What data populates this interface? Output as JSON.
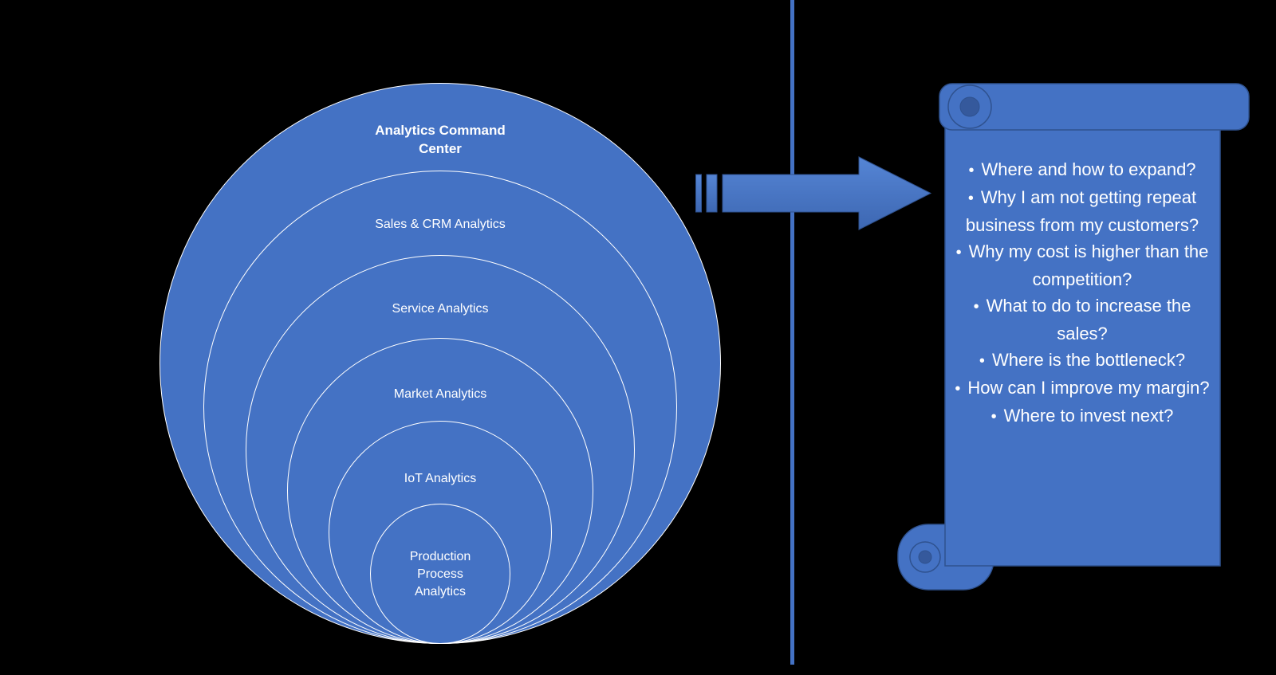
{
  "nested_circles": {
    "circles": [
      {
        "label": "Analytics Command Center"
      },
      {
        "label": "Sales & CRM Analytics"
      },
      {
        "label": "Service Analytics"
      },
      {
        "label": "Market Analytics"
      },
      {
        "label": "IoT Analytics"
      },
      {
        "label": "Production Process Analytics"
      }
    ]
  },
  "scroll": {
    "bullets": [
      "Where and how to expand?",
      "Why I am not getting repeat business from my customers?",
      "Why my cost is higher than the competition?",
      "What to do to increase the sales?",
      "Where is the bottleneck?",
      "How can I improve my margin?",
      "Where to invest next?"
    ],
    "bullet_glyph": "•"
  },
  "colors": {
    "background": "#000000",
    "shape_fill": "#4472C4",
    "shape_stroke": "#2F528F",
    "circle_stroke": "#FFFFFF",
    "text": "#FFFFFF",
    "divider": "#4472C4"
  }
}
